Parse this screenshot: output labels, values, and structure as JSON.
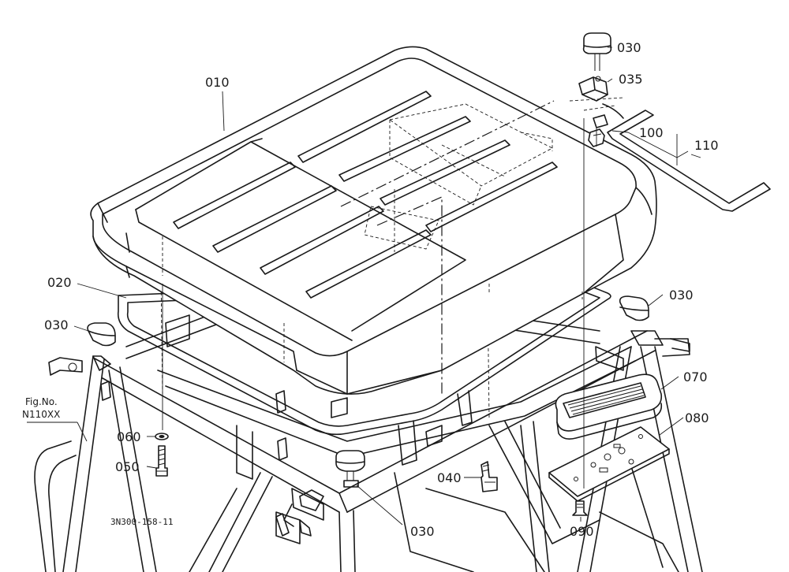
{
  "callouts": {
    "c010": "010",
    "c020": "020",
    "c030a": "030",
    "c030b": "030",
    "c030c": "030",
    "c030d": "030",
    "c035": "035",
    "c040": "040",
    "c050": "050",
    "c060": "060",
    "c070": "070",
    "c080": "080",
    "c090": "090",
    "c100": "100",
    "c110": "110"
  },
  "figure_ref": {
    "line1": "Fig.No.",
    "line2": "N110XX"
  },
  "drawing_id": "3N300-158-11"
}
